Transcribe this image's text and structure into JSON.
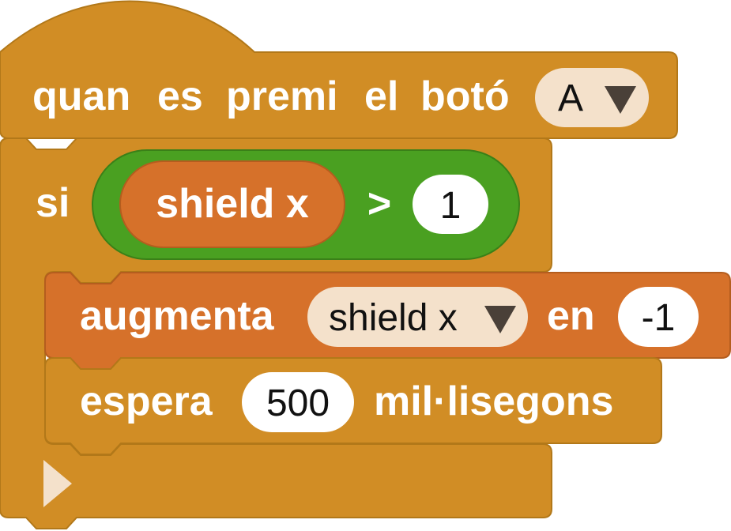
{
  "hat_block": {
    "words": [
      "quan",
      "es",
      "premi",
      "el",
      "botó"
    ],
    "button_dropdown": {
      "value": "A",
      "icon": "dropdown-arrow-icon"
    }
  },
  "if_block": {
    "label": "si",
    "condition": {
      "left_variable": "shield x",
      "operator": ">",
      "right_value": "1"
    }
  },
  "change_block": {
    "label": "augmenta",
    "variable_dropdown": {
      "value": "shield x",
      "icon": "dropdown-arrow-icon"
    },
    "by_label": "en",
    "amount": "-1"
  },
  "pause_block": {
    "label": "espera",
    "duration": "500",
    "unit_label": "mil·lisegons"
  },
  "colors": {
    "events_block": "#d18d25",
    "events_border": "#b27819",
    "variables_block": "#d6712a",
    "variables_border": "#b45d1e",
    "logic_block": "#4aa021",
    "logic_border": "#3a8018",
    "dropdown_bg": "#f4e1cb",
    "input_bg": "#ffffff"
  }
}
